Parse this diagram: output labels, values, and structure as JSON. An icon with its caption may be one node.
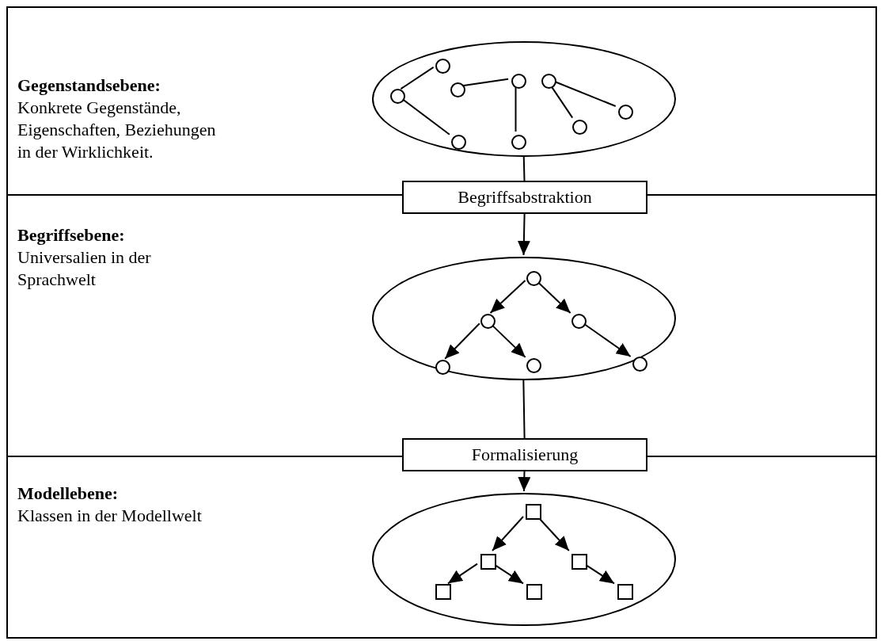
{
  "diagram": {
    "nodes": [
      {
        "text": [
          "Gegenstandsebene:",
          "Konkrete Gegenstände, Eigenschaften, Beziehungen in der Wirklichkeit."
        ]
      },
      {
        "text": [],
        "shape": "ellipse",
        "in": 0
      },
      {
        "text": [],
        "shape": "circle",
        "in": 1
      },
      {
        "text": [],
        "shape": "circle",
        "in": 1
      },
      {
        "text": [],
        "shape": "circle",
        "in": 1
      },
      {
        "text": [],
        "shape": "circle",
        "in": 1
      },
      {
        "text": [],
        "shape": "circle",
        "in": 1
      },
      {
        "text": [],
        "shape": "circle",
        "in": 1
      },
      {
        "text": [],
        "shape": "circle",
        "in": 1
      },
      {
        "text": [],
        "shape": "circle",
        "in": 1
      },
      {
        "text": [],
        "shape": "circle",
        "in": 1
      },
      {
        "text": [
          "Begriffsabstraktion"
        ]
      },
      {
        "text": [
          "Begriffsebene:",
          "Universalien in der Sprachwelt"
        ]
      },
      {
        "text": [],
        "shape": "ellipse",
        "in": 12
      },
      {
        "text": [],
        "shape": "circle",
        "in": 13
      },
      {
        "text": [],
        "shape": "circle",
        "in": 13
      },
      {
        "text": [],
        "shape": "circle",
        "in": 13
      },
      {
        "text": [],
        "shape": "circle",
        "in": 13
      },
      {
        "text": [],
        "shape": "circle",
        "in": 13
      },
      {
        "text": [],
        "shape": "circle",
        "in": 13
      },
      {
        "text": [
          "Formalisierung"
        ]
      },
      {
        "text": [
          "Modellebene:",
          "Klassen in der Modellwelt"
        ]
      },
      {
        "text": [],
        "shape": "ellipse",
        "in": 21
      },
      {
        "text": [],
        "shape": "box",
        "in": 22
      },
      {
        "text": [],
        "shape": "box",
        "in": 22
      },
      {
        "text": [],
        "shape": "box",
        "in": 22
      },
      {
        "text": [],
        "shape": "box",
        "in": 22
      },
      {
        "text": [],
        "shape": "box",
        "in": 22
      },
      {
        "text": [],
        "shape": "box",
        "in": 22
      }
    ],
    "edges": [
      {
        "from": 2,
        "to": 3,
        "arrow": "none"
      },
      {
        "from": 2,
        "to": 5,
        "arrow": "none"
      },
      {
        "from": 4,
        "to": 6,
        "arrow": "none"
      },
      {
        "from": 6,
        "to": 7,
        "arrow": "none"
      },
      {
        "from": 8,
        "to": 10,
        "arrow": "none"
      },
      {
        "from": 8,
        "to": 9,
        "arrow": "none"
      },
      {
        "from": 1,
        "to": 11,
        "arrow": "none"
      },
      {
        "from": 11,
        "to": 13,
        "arrow": "to"
      },
      {
        "from": 14,
        "to": 15,
        "arrow": "to"
      },
      {
        "from": 14,
        "to": 16,
        "arrow": "to"
      },
      {
        "from": 15,
        "to": 17,
        "arrow": "to"
      },
      {
        "from": 15,
        "to": 18,
        "arrow": "to"
      },
      {
        "from": 16,
        "to": 19,
        "arrow": "to"
      },
      {
        "from": 13,
        "to": 20,
        "arrow": "none"
      },
      {
        "from": 20,
        "to": 22,
        "arrow": "to"
      },
      {
        "from": 23,
        "to": 24,
        "arrow": "to"
      },
      {
        "from": 23,
        "to": 25,
        "arrow": "to"
      },
      {
        "from": 24,
        "to": 26,
        "arrow": "to"
      },
      {
        "from": 24,
        "to": 27,
        "arrow": "to"
      },
      {
        "from": 25,
        "to": 28,
        "arrow": "to"
      }
    ]
  }
}
